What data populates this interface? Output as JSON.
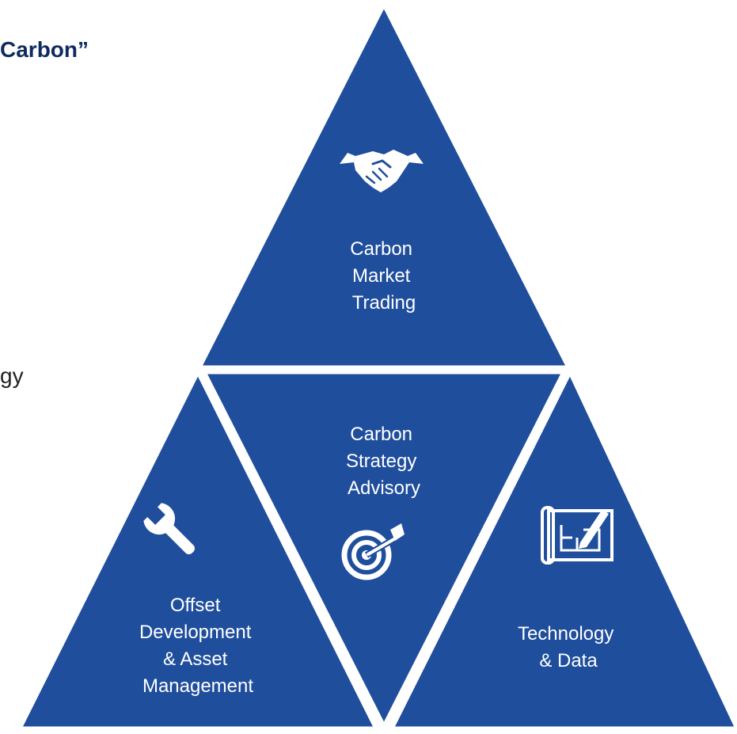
{
  "colors": {
    "segment_fill": "#1f4e9c",
    "segment_border": "#ffffff",
    "heading_text": "#0f2b5e",
    "icon_fill": "#ffffff"
  },
  "left_text": {
    "heading_fragment": "Carbon”",
    "body_fragment": "gy"
  },
  "diagram": {
    "top": {
      "label_lines": [
        "Carbon",
        "Market",
        "Trading"
      ],
      "icon": "handshake-icon"
    },
    "center": {
      "label_lines": [
        "Carbon",
        "Strategy",
        "Advisory"
      ],
      "icon": "target-arrow-icon"
    },
    "left": {
      "label_lines": [
        "Offset",
        "Development",
        "& Asset",
        "Management"
      ],
      "icon": "wrench-icon"
    },
    "right": {
      "label_lines": [
        "Technology",
        "& Data"
      ],
      "icon": "blueprint-icon"
    }
  }
}
